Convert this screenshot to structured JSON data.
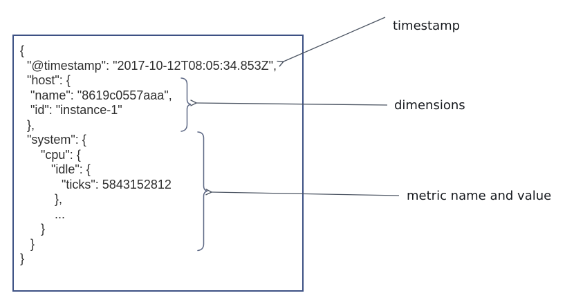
{
  "colors": {
    "background": "#ffffff",
    "box_border": "#3d5184",
    "code_text": "#2e2e2e",
    "label_text": "#15181d",
    "brace": "#5d6884",
    "arrow": "#4a5361"
  },
  "document": {
    "lines": [
      "{",
      "  \"@timestamp\": \"2017-10-12T08:05:34.853Z\",",
      "  \"host\": {",
      "   \"name\": \"8619c0557aaa\",",
      "   \"id\": \"instance-1\"",
      "  },",
      "  \"system\": {",
      "      \"cpu\": {",
      "         \"idle\": {",
      "            \"ticks\": 5843152812",
      "          },",
      "          ...",
      "      }",
      "   }",
      "}"
    ]
  },
  "annotations": {
    "timestamp": "timestamp",
    "dimensions": "dimensions",
    "metric": "metric name and value"
  }
}
